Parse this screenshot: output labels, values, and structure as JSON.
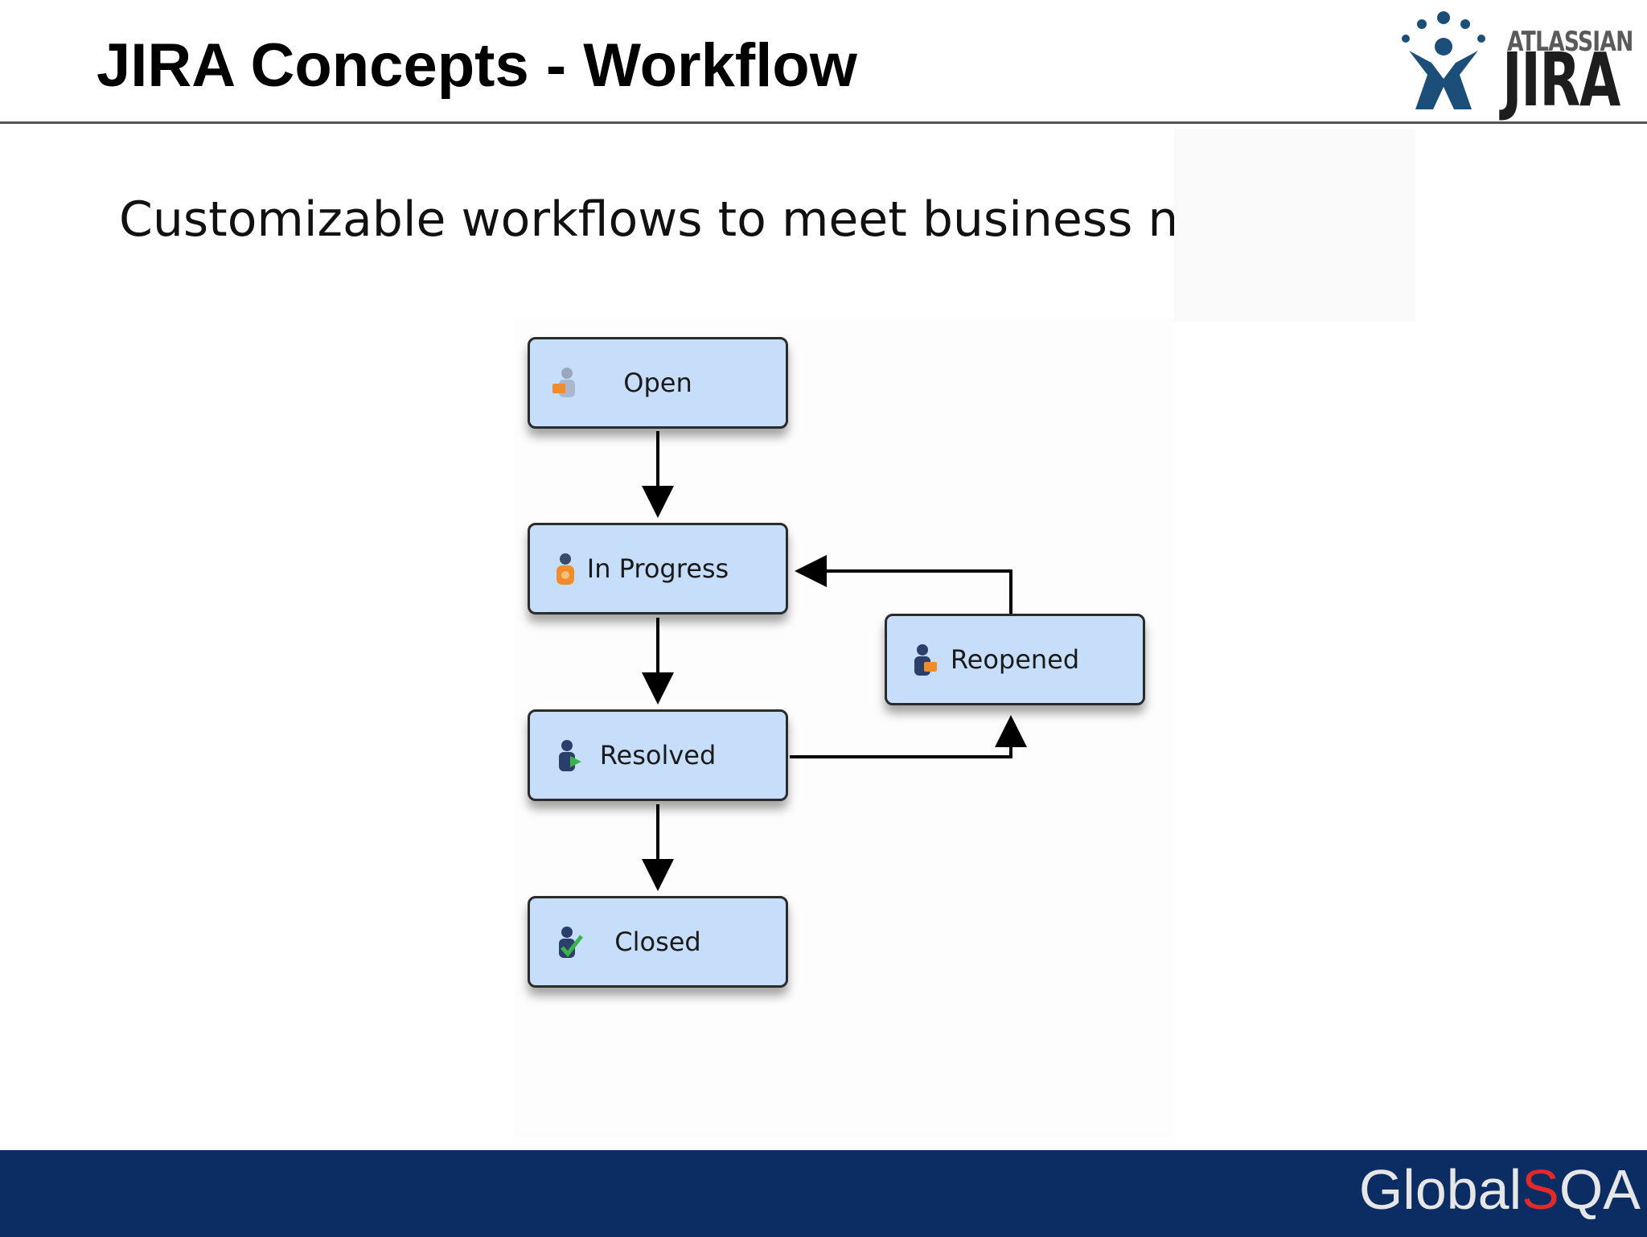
{
  "slide": {
    "title": "JIRA Concepts - Workflow",
    "subtitle": "Customizable workflows to meet business needs"
  },
  "logo": {
    "brand_small": "ATLASSIAN",
    "brand_large": "JIRA",
    "icon": "jira-person-icon",
    "colors": {
      "figure": "#1c4e7a",
      "text": "#1d1d1d"
    }
  },
  "workflow": {
    "states": [
      {
        "id": "open",
        "label": "Open",
        "icon": "open-status-icon"
      },
      {
        "id": "in_progress",
        "label": "In Progress",
        "icon": "in-progress-status-icon"
      },
      {
        "id": "resolved",
        "label": "Resolved",
        "icon": "resolved-status-icon"
      },
      {
        "id": "closed",
        "label": "Closed",
        "icon": "closed-status-icon"
      },
      {
        "id": "reopened",
        "label": "Reopened",
        "icon": "reopened-status-icon"
      }
    ],
    "transitions": [
      {
        "from": "Open",
        "to": "In Progress"
      },
      {
        "from": "In Progress",
        "to": "Resolved"
      },
      {
        "from": "Resolved",
        "to": "Closed"
      },
      {
        "from": "Resolved",
        "to": "Reopened"
      },
      {
        "from": "Reopened",
        "to": "In Progress"
      }
    ],
    "colors": {
      "node_fill": "#c6defa",
      "node_border": "#2b2b2b",
      "arrow": "#000000"
    }
  },
  "footer": {
    "brand_part1": "Global",
    "brand_part2": "S",
    "brand_part3": "QA",
    "colors": {
      "background": "#0b2d63",
      "accent": "#e22a2a"
    }
  }
}
